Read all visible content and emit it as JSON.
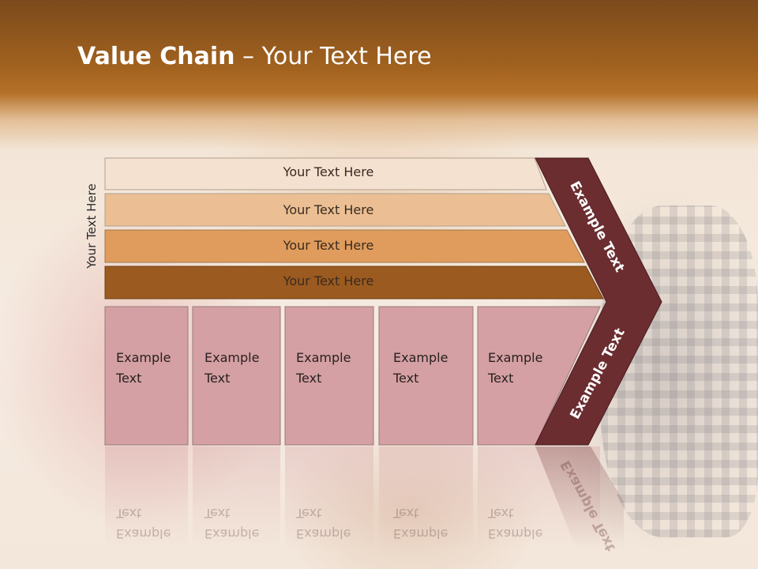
{
  "title": {
    "bold": "Value Chain",
    "rest": " – Your Text Here"
  },
  "side_label": "Your Text Here",
  "bars": [
    {
      "label": "Your Text Here",
      "color": "#f5e1cf"
    },
    {
      "label": "Your Text Here",
      "color": "#ebbf93"
    },
    {
      "label": "Your Text Here",
      "color": "#e09c5c"
    },
    {
      "label": "Your Text Here",
      "color": "#9b5a1f"
    }
  ],
  "boxes": [
    {
      "line1": "Example",
      "line2": "Text"
    },
    {
      "line1": "Example",
      "line2": "Text"
    },
    {
      "line1": "Example",
      "line2": "Text"
    },
    {
      "line1": "Example",
      "line2": "Text"
    },
    {
      "line1": "Example",
      "line2": "Text"
    }
  ],
  "arrow_upper": "Example Text",
  "arrow_lower": "Example Text",
  "colors": {
    "box_fill": "#d4a0a3",
    "arrow_fill": "#6b2d30",
    "header": "#a2621f"
  }
}
